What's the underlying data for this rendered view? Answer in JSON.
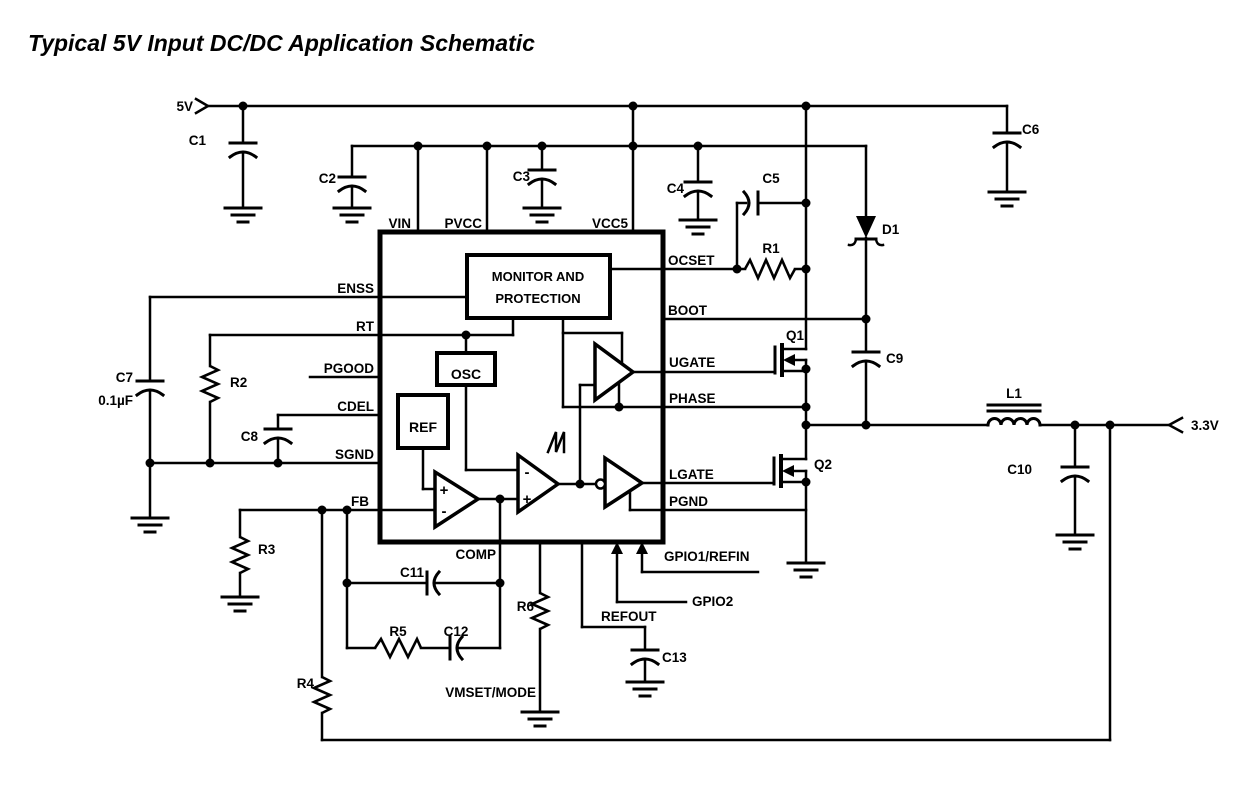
{
  "title": "Typical 5V Input DC/DC Application Schematic",
  "colors": {
    "ink": "#000000",
    "background": "#ffffff"
  },
  "nets": {
    "input": "5V",
    "output": "3.3V"
  },
  "ic": {
    "blocks": {
      "monitor1": "MONITOR AND",
      "monitor2": "PROTECTION",
      "osc": "OSC",
      "ref": "REF"
    },
    "pins": {
      "top": [
        "VIN",
        "PVCC",
        "VCC5"
      ],
      "left": [
        "ENSS",
        "RT",
        "PGOOD",
        "CDEL",
        "SGND",
        "FB"
      ],
      "right": [
        "OCSET",
        "BOOT",
        "UGATE",
        "PHASE",
        "LGATE",
        "PGND"
      ],
      "bottom": [
        "COMP",
        "VMSET/MODE",
        "REFOUT",
        "GPIO2",
        "GPIO1/REFIN"
      ]
    },
    "sym": {
      "plus": "+",
      "minus": "-"
    }
  },
  "components": {
    "C1": "C1",
    "C2": "C2",
    "C3": "C3",
    "C4": "C4",
    "C5": "C5",
    "C6": "C6",
    "C7": "C7",
    "C7_value": "0.1µF",
    "C8": "C8",
    "C9": "C9",
    "C10": "C10",
    "C11": "C11",
    "C12": "C12",
    "C13": "C13",
    "R1": "R1",
    "R2": "R2",
    "R3": "R3",
    "R4": "R4",
    "R5": "R5",
    "R6": "R6",
    "L1": "L1",
    "D1": "D1",
    "Q1": "Q1",
    "Q2": "Q2"
  }
}
